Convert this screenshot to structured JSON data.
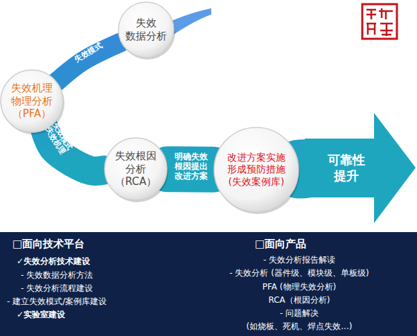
{
  "diagram": {
    "nodes": [
      {
        "text": [
          "失效 数据分析"
        ]
      },
      {
        "text": [
          "失效机理 物理分析 （PFA）"
        ]
      },
      {
        "text": [
          "失效根因 分析 （RCA）"
        ]
      },
      {
        "text": [
          "改进方案实施 形成预防措施 (失效案例库)"
        ]
      },
      {
        "text": [
          "可靠性 提升"
        ]
      },
      {
        "text": [
          "□面向技术平台",
          "✓失效分析技术建设",
          "- 失效数据分析方法",
          "- 失效分析流程建设",
          "- 建立失效模式/案例库建设",
          "✓实验室建设",
          "□面向产品",
          "- 失效分析报告解读",
          "- 失效分析 (器件级、模块级、单板级)",
          "PFA (物理失效分析)",
          "RCA（根因分析)",
          "- 问题解决",
          "(如烧板、死机、焊点失效...)"
        ]
      }
    ],
    "edges": [
      {
        "from": 0,
        "to": 1,
        "label": "失效模式",
        "arrow": "none"
      },
      {
        "from": 1,
        "to": 2,
        "label": "确定 失效模式 失效机理",
        "arrow": "none"
      },
      {
        "from": 2,
        "to": 3,
        "label": "明确失效 根因提出 改进方案",
        "arrow": "none"
      },
      {
        "from": 3,
        "to": 4,
        "arrow": "none"
      }
    ]
  }
}
